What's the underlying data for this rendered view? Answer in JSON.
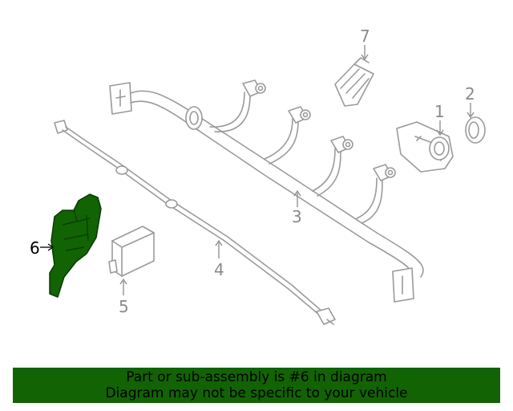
{
  "diagram": {
    "callouts": [
      "1",
      "2",
      "3",
      "4",
      "5",
      "6",
      "7"
    ],
    "highlight_color": "#116303",
    "line_color": "#9a9a9a"
  },
  "banner": {
    "line1": "Part or sub-assembly is #6 in diagram",
    "line2": "Diagram may not be specific to your vehicle",
    "background": "#116303"
  }
}
